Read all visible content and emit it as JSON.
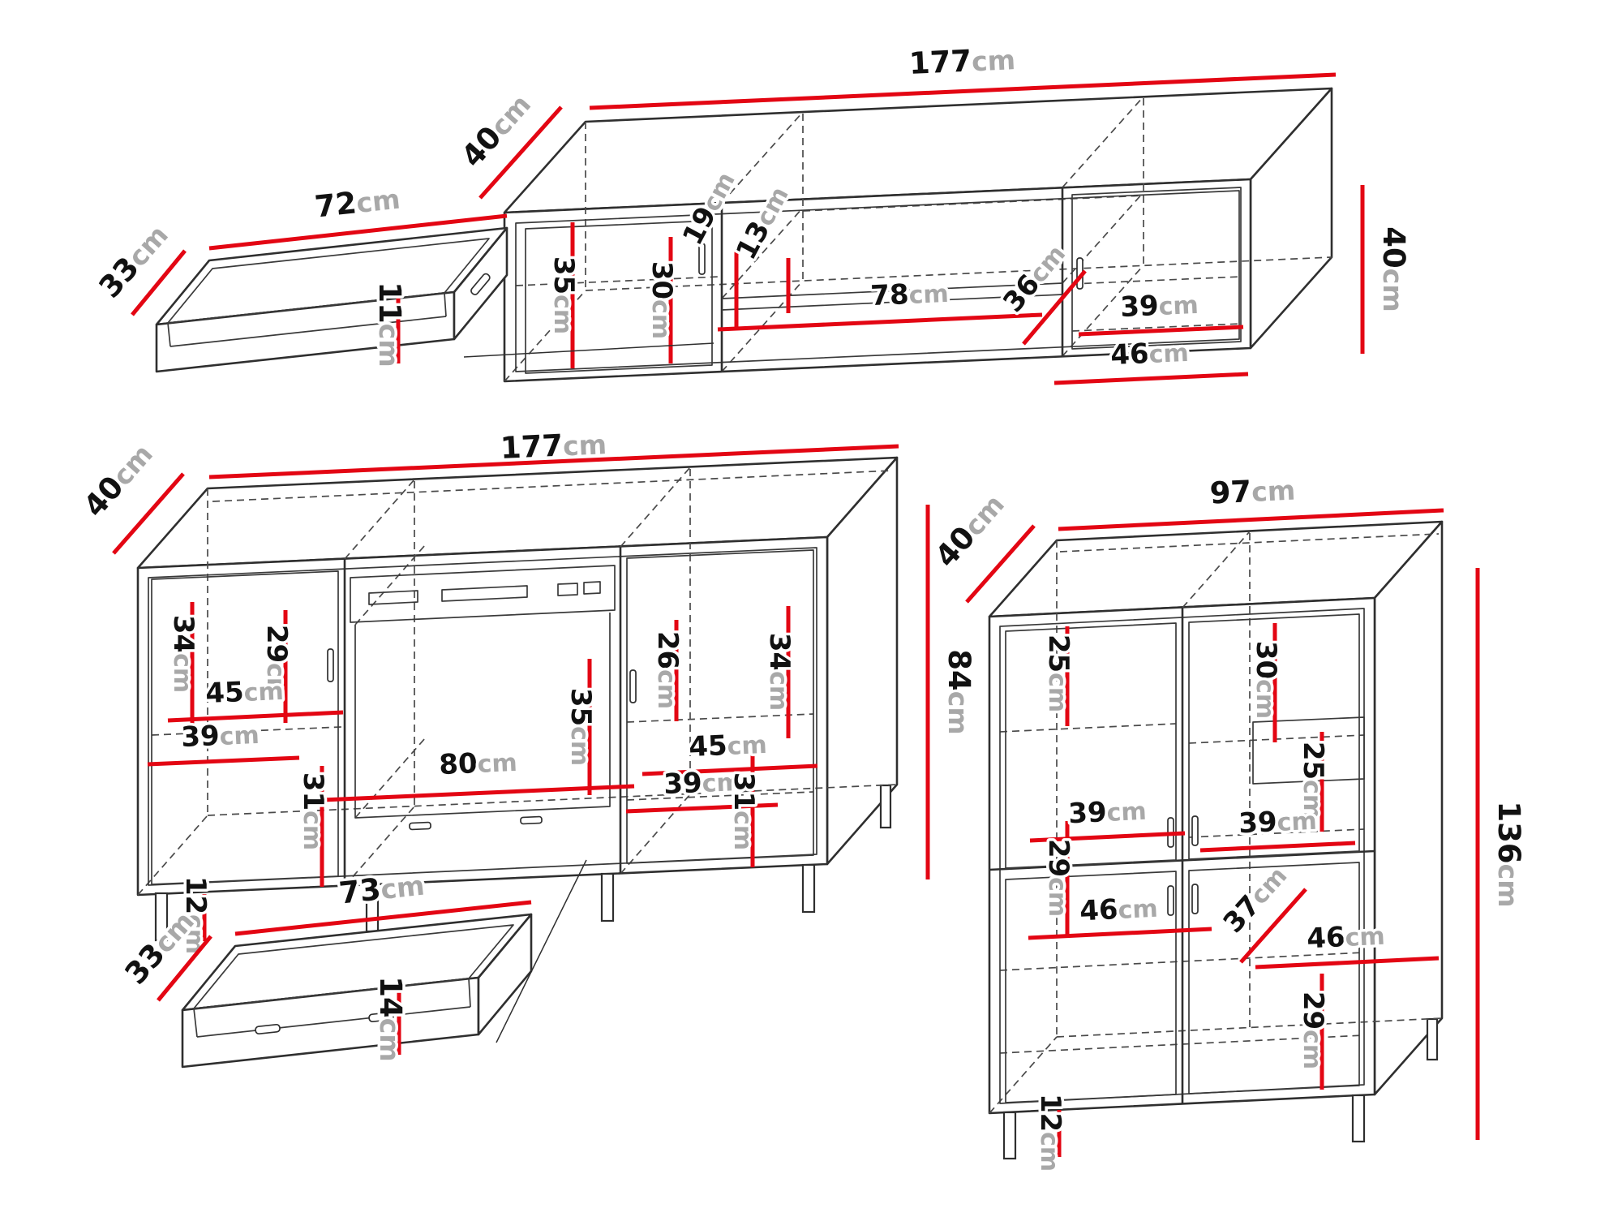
{
  "unit": "cm",
  "colors": {
    "dimension": "#e30613",
    "outline": "#2f2f2f",
    "number_text": "#111111",
    "unit_text": "#a8a8a8",
    "background": "#ffffff"
  },
  "pieces": {
    "top_drawer": {
      "depth": "33",
      "width": "72",
      "height": "11"
    },
    "tv_stand": {
      "depth": "40",
      "width": "177",
      "height": "40",
      "left_inner_height": "35",
      "left_shelf_height": "30",
      "niche_upper_height": "19",
      "niche_lower_height": "13",
      "niche_width": "78",
      "right_diagonal": "36",
      "right_shelf_width": "39",
      "right_inner_width": "46"
    },
    "sideboard": {
      "depth": "40",
      "width": "177",
      "height": "84",
      "left_upper_height": "34",
      "left_inner_height": "29",
      "left_upper_width": "45",
      "left_lower_width": "39",
      "left_lower_height": "31",
      "leg_height": "12",
      "niche_width": "80",
      "niche_height": "35",
      "right_upper_height": "26",
      "right_inner_height": "34",
      "right_upper_width": "45",
      "right_lower_width": "39",
      "right_lower_height": "31"
    },
    "bottom_drawer": {
      "depth": "33",
      "width": "73",
      "height": "14"
    },
    "display_cabinet": {
      "depth": "40",
      "width": "97",
      "height": "136",
      "upper_left_height": "25",
      "upper_right_height": "30",
      "middle_right_height": "25",
      "left_door_width": "39",
      "right_door_width": "39",
      "middle_left_height": "29",
      "lower_left_width": "46",
      "lower_diagonal": "37",
      "lower_right_width": "46",
      "lower_right_height": "29",
      "leg_height": "12"
    }
  }
}
